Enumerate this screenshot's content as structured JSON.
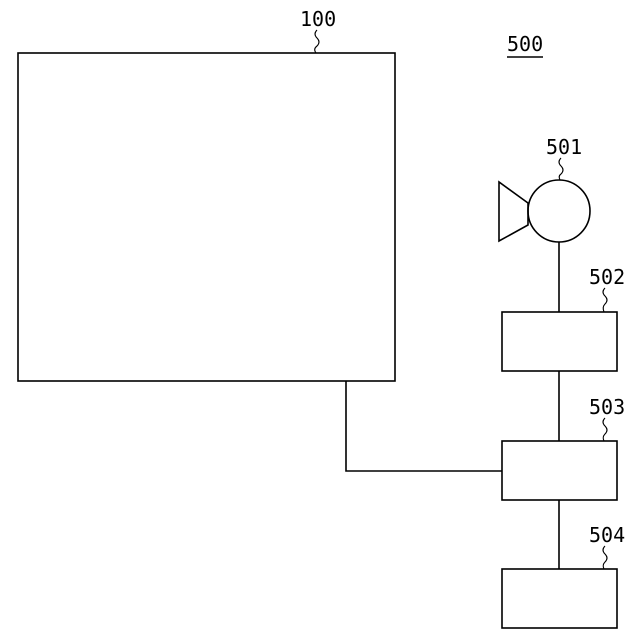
{
  "figure": {
    "system_label": "500"
  },
  "components": {
    "main_unit": {
      "label": "100"
    },
    "camera": {
      "label": "501"
    },
    "block_502": {
      "label": "502"
    },
    "block_503": {
      "label": "503"
    },
    "block_504": {
      "label": "504"
    }
  }
}
